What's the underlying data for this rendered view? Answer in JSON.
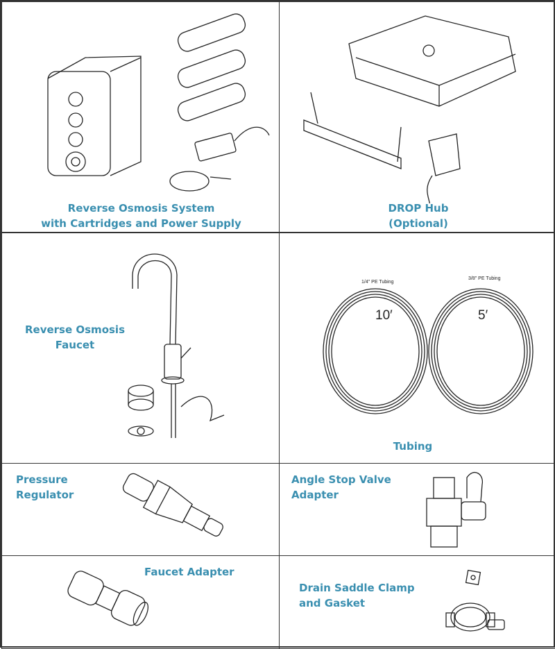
{
  "accent_color": "#3a8fb0",
  "items": [
    {
      "line1": "Reverse Osmosis System",
      "line2": "with Cartridges and Power Supply"
    },
    {
      "line1": "DROP Hub",
      "line2": "(Optional)"
    },
    {
      "line1": "Reverse Osmosis",
      "line2": "Faucet"
    },
    {
      "line1": "Tubing",
      "tube1_label": "1/4\" PE Tubing",
      "tube1_length": "10′",
      "tube2_label": "3/8\" PE Tubing",
      "tube2_length": "5′"
    },
    {
      "line1": "Pressure",
      "line2": "Regulator"
    },
    {
      "line1": "Angle Stop Valve",
      "line2": "Adapter"
    },
    {
      "line1": "Faucet Adapter"
    },
    {
      "line1": "Drain Saddle Clamp",
      "line2": "and Gasket"
    }
  ]
}
